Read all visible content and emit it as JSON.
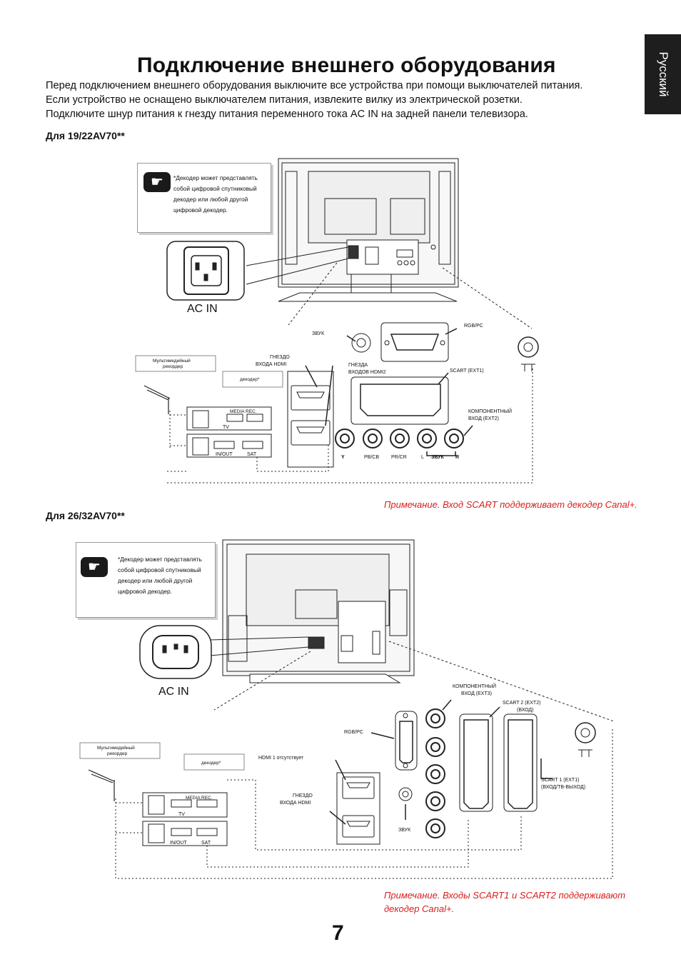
{
  "page": {
    "language_tab": "Русский",
    "title": "Подключение внешнего оборудования",
    "intro": [
      "Перед подключением внешнего оборудования выключите все устройства при помощи выключателей питания.",
      "Если устройство не оснащено выключателем питания, извлеките вилку из электрической розетки.",
      "Подключите шнур питания к гнезду питания переменного тока AC IN на задней панели телевизора."
    ],
    "page_number": "7"
  },
  "section1": {
    "heading": "Для 19/22AV70**",
    "decoder_note": "*Декодер может представлять собой цифровой спутниковый декодер или любой другой цифровой декодер.",
    "ac_in": "AC IN",
    "labels": {
      "sound": "ЗВУК",
      "rgb_pc": "RGB/PC",
      "hdmi_in": [
        "ГНЕЗДО",
        "ВХОДА HDMI"
      ],
      "hdmi2_in": [
        "ГНЕЗДА",
        "ВХОДОВ HDMI2"
      ],
      "scart": "SCART (EXT1)",
      "component": [
        "КОМПОНЕНТНЫЙ",
        "ВХОД (EXT2)"
      ],
      "media_recorder": [
        "Мультимедийный",
        "рекордер"
      ],
      "decoder": "декодер*",
      "media_rec": "MEDIA REC.",
      "tv": "TV",
      "in_out": "IN/OUT",
      "sat": "SAT",
      "jack_y": "Y",
      "jack_pb": "PB/CB",
      "jack_pr": "PR/CR",
      "jack_l": "L",
      "jack_sound": "ЗВУК",
      "jack_r": "R"
    },
    "red_note": "Примечание. Вход SCART поддерживает декодер Canal+."
  },
  "section2": {
    "heading": "Для 26/32AV70**",
    "decoder_note": "*Декодер может представлять собой цифровой спутниковый декодер или любой другой цифровой декодер.",
    "ac_in": "AC IN",
    "labels": {
      "component": [
        "КОМПОНЕНТНЫЙ",
        "ВХОД (EXT3)"
      ],
      "scart2": [
        "SCART 2 (EXT2)",
        "(ВХОД)"
      ],
      "rgb_pc": "RGB/PC",
      "hdmi1_absent": "HDMI 1 отсутствует",
      "hdmi_in": [
        "ГНЕЗДО",
        "ВХОДА HDMI"
      ],
      "sound": "ЗВУК",
      "scart1": [
        "SCART 1 (EXT1)",
        "(ВХОД/ТВ-ВЫХОД)"
      ],
      "media_recorder": [
        "Мультимедийный",
        "рекордер"
      ],
      "decoder": "декодер*",
      "media_rec": "MEDIA REC.",
      "tv": "TV",
      "in_out": "IN/OUT",
      "sat": "SAT"
    },
    "red_note": "Примечание. Входы SCART1 и SCART2 поддерживают декодер Canal+."
  }
}
